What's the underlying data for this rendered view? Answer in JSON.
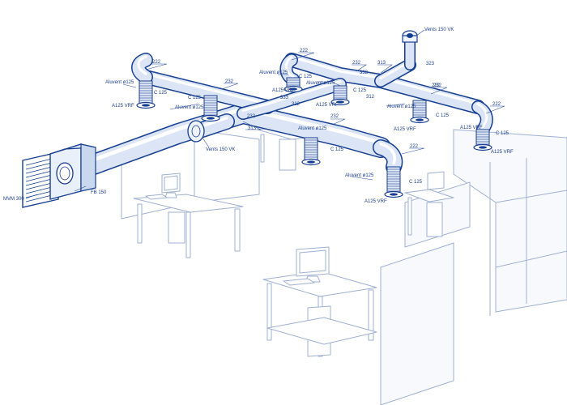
{
  "colors": {
    "duct": "#173f91",
    "duct_fill": "#dbe5f6",
    "furniture": "#9fb0d2",
    "label": "#1c3f8c"
  },
  "labels": {
    "vents_top": "Vents 150 VK",
    "vents_mid": "Vents 150 VK",
    "mvm": "MVM 300",
    "fb": "FB 150",
    "n222_a": "222",
    "n222_b": "222",
    "n222_c": "222",
    "n222_d": "222",
    "n222_e": "222",
    "n232_a": "232",
    "n232_b": "232",
    "n232_c": "232",
    "n232_d": "232",
    "n232_e": "232",
    "n313_a": "313",
    "n313_b": "313",
    "n323": "323",
    "n333_a": "333",
    "n333_b": "333",
    "n312_a": "312",
    "n312_b": "312",
    "aluvent_a": "Aluvent ø125",
    "aluvent_b": "Aluvent ø125",
    "aluvent_c": "Aluvent ø125",
    "aluvent_d": "Aluvent ø125",
    "aluvent_e": "Aluvent ø125",
    "aluvent_f": "Aluvent ø125",
    "aluvent_g": "Aluvent ø125",
    "c125_a": "C 125",
    "c125_b": "C 125",
    "c125_c": "C 125",
    "c125_d": "C 125",
    "c125_e": "C 125",
    "c125_f": "C 125",
    "c125_g": "C 125",
    "c125_h": "C 125",
    "a125_a": "A125 VRF",
    "a125_b": "A125 VRF",
    "a125_c": "A125 VRF",
    "a125_d": "A125 VRF",
    "a125_e": "A125 VRF",
    "a125_f": "A125 VRF",
    "a125_g": "A125 VRF"
  }
}
